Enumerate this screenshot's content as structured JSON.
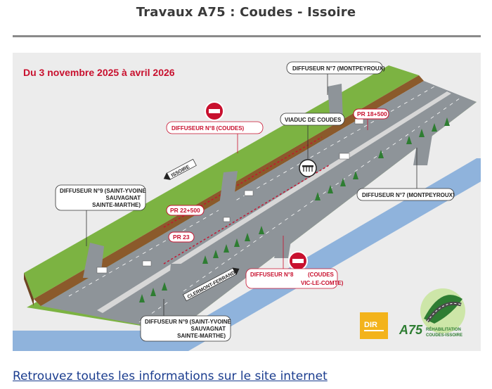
{
  "page": {
    "title": "Travaux A75 : Coudes - Issoire"
  },
  "map": {
    "date_range": "Du 3 novembre 2025 à avril 2026",
    "labels": {
      "diffuseur7_top": "DIFFUSEUR N°7  (MONTPEYROUX)",
      "diffuseur8_top": "DIFFUSEUR N°8  (COUDES)",
      "viaduc": "VIADUC DE COUDES",
      "pr_18": "PR 18+500",
      "issoire": "ISSOIRE",
      "diffuseur9_left_l1": "DIFFUSEUR N°9     (SAINT-YVOINE",
      "diffuseur9_left_l2": "SAUVAGNAT",
      "diffuseur9_left_l3": "SAINTE-MARTHE)",
      "diffuseur7_right": "DIFFUSEUR N°7  (MONTPEYROUX)",
      "pr_22": "PR 22+500",
      "pr_23": "PR 23",
      "diffuseur8_bottom_l1": "DIFFUSEUR N°8",
      "diffuseur8_bottom_l2": "(COUDES",
      "diffuseur8_bottom_l3": "VIC-LE-COMTE)",
      "clermont": "CLERMONT-FERRAND",
      "diffuseur9_bottom_l1": "DIFFUSEUR N°9     (SAINT-YVOINE",
      "diffuseur9_bottom_l2": "SAUVAGNAT",
      "diffuseur9_bottom_l3": "SAINTE-MARTHE)"
    },
    "logos": {
      "dir": "DIR",
      "a75": "A75",
      "a75_sub1": "RÉHABILITATION",
      "a75_sub2": "COUDES-ISSOIRE"
    },
    "colors": {
      "accent_red": "#c8102e",
      "grass": "#7cb342",
      "road": "#8e9499",
      "water": "#8fb3dc",
      "dir_yellow": "#f3b31b"
    },
    "icons": [
      "no-entry-icon",
      "bridge-icon",
      "arrow-left-icon",
      "arrow-right-icon"
    ]
  },
  "footer": {
    "link_text": "Retrouvez toutes les informations sur le site internet"
  }
}
